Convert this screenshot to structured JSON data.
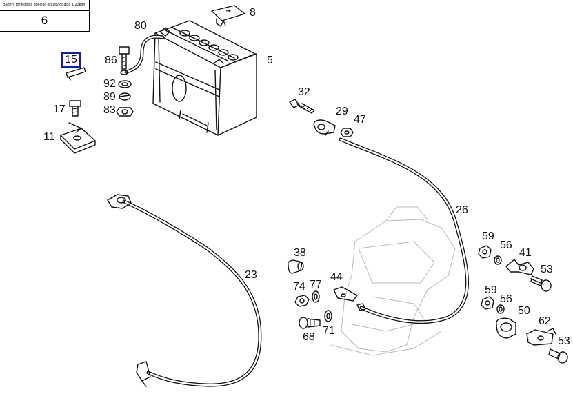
{
  "infobox": {
    "note": "Battery for tropics specific gravity of acid 1,23kg/l",
    "number": "6"
  },
  "callouts": {
    "c8": "8",
    "c80": "80",
    "c86": "86",
    "c5": "5",
    "c15": "15",
    "c92": "92",
    "c89": "89",
    "c83": "83",
    "c17": "17",
    "c11": "11",
    "c32": "32",
    "c29": "29",
    "c47": "47",
    "c26": "26",
    "c23": "23",
    "c38": "38",
    "c74": "74",
    "c77": "77",
    "c44": "44",
    "c68": "68",
    "c71": "71",
    "c59a": "59",
    "c56a": "56",
    "c41": "41",
    "c53a": "53",
    "c59b": "59",
    "c56b": "56",
    "c50": "50",
    "c62": "62",
    "c53b": "53"
  },
  "selected_callout": "15",
  "colors": {
    "line": "#111111",
    "selection": "#1a1aa8",
    "ghost": "#b8b8b8"
  }
}
